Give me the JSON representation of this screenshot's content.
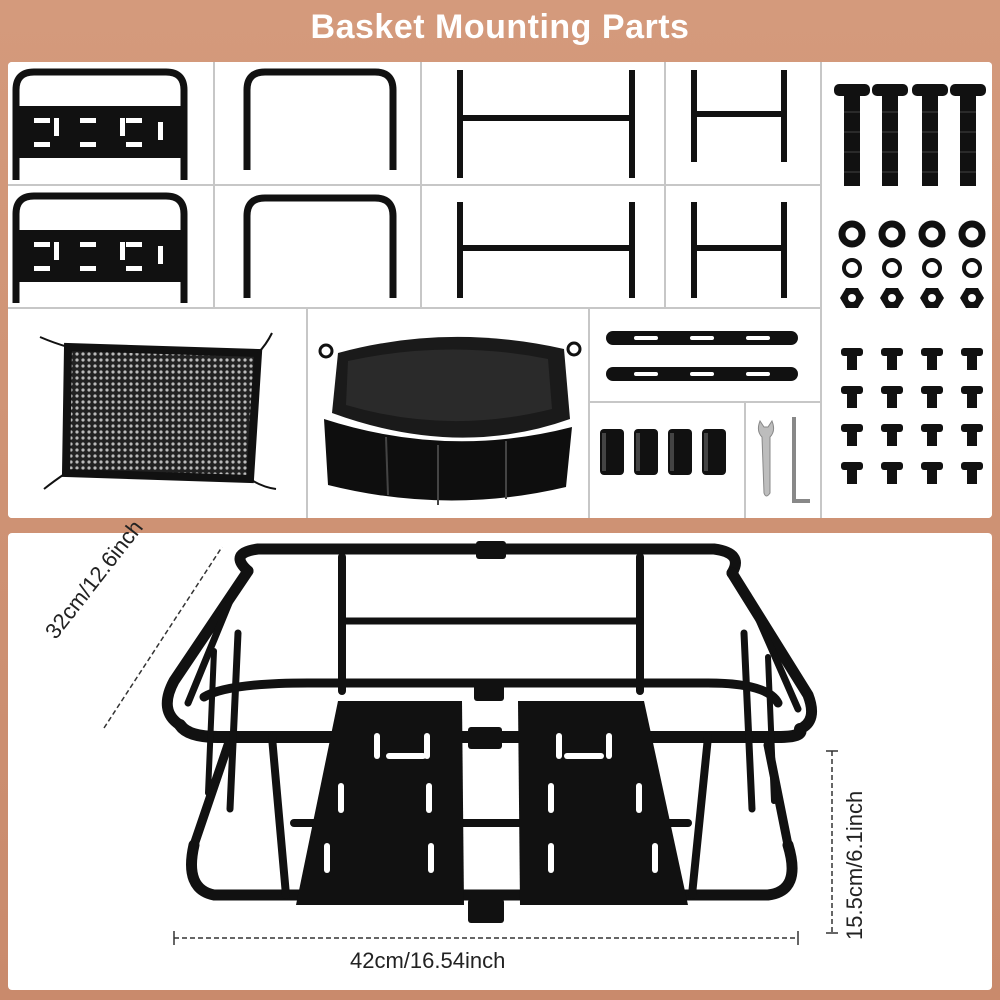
{
  "header": {
    "title": "Basket Mounting Parts"
  },
  "parts": [
    {
      "name": "side-frame-with-plate",
      "qty": 2
    },
    {
      "name": "u-frame",
      "qty": 2
    },
    {
      "name": "h-bar-long",
      "qty": 2
    },
    {
      "name": "h-bar-short",
      "qty": 2
    },
    {
      "name": "long-bolt",
      "qty": 4
    },
    {
      "name": "washer",
      "qty": 8
    },
    {
      "name": "hex-nut",
      "qty": 4
    },
    {
      "name": "cargo-net",
      "qty": 1
    },
    {
      "name": "liner-bag",
      "qty": 1
    },
    {
      "name": "mounting-strap",
      "qty": 2
    },
    {
      "name": "spacer",
      "qty": 4
    },
    {
      "name": "wrench",
      "qty": 1
    },
    {
      "name": "hex-key",
      "qty": 1
    },
    {
      "name": "short-screw",
      "qty": 16
    }
  ],
  "dimensions": {
    "depth": "32cm/12.6inch",
    "width": "42cm/16.54inch",
    "height": "15.5cm/6.1inch"
  },
  "colors": {
    "background": "#d49a7c",
    "part": "#111111",
    "panel": "#ffffff"
  }
}
